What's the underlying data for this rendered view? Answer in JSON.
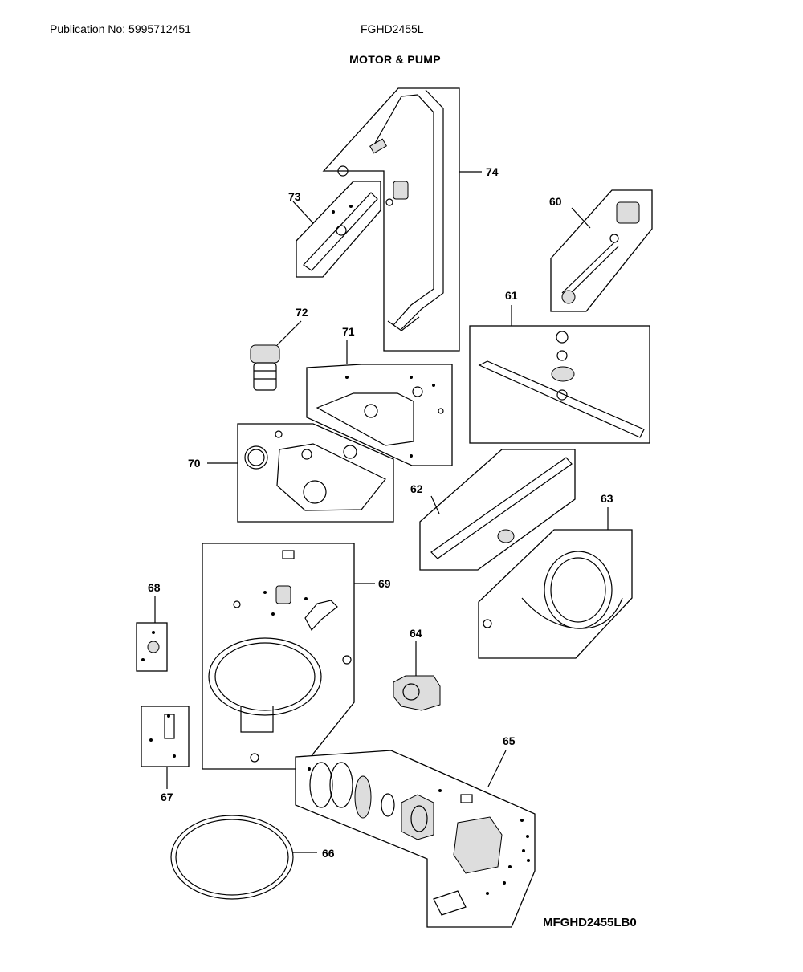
{
  "header": {
    "publication": "Publication No: 5995712451",
    "model": "FGHD2455L",
    "section_title": "MOTOR & PUMP"
  },
  "diagram_code": "MFGHD2455LB0",
  "part_callouts": [
    "60",
    "61",
    "62",
    "63",
    "64",
    "65",
    "66",
    "67",
    "68",
    "69",
    "70",
    "71",
    "72",
    "73",
    "74"
  ]
}
